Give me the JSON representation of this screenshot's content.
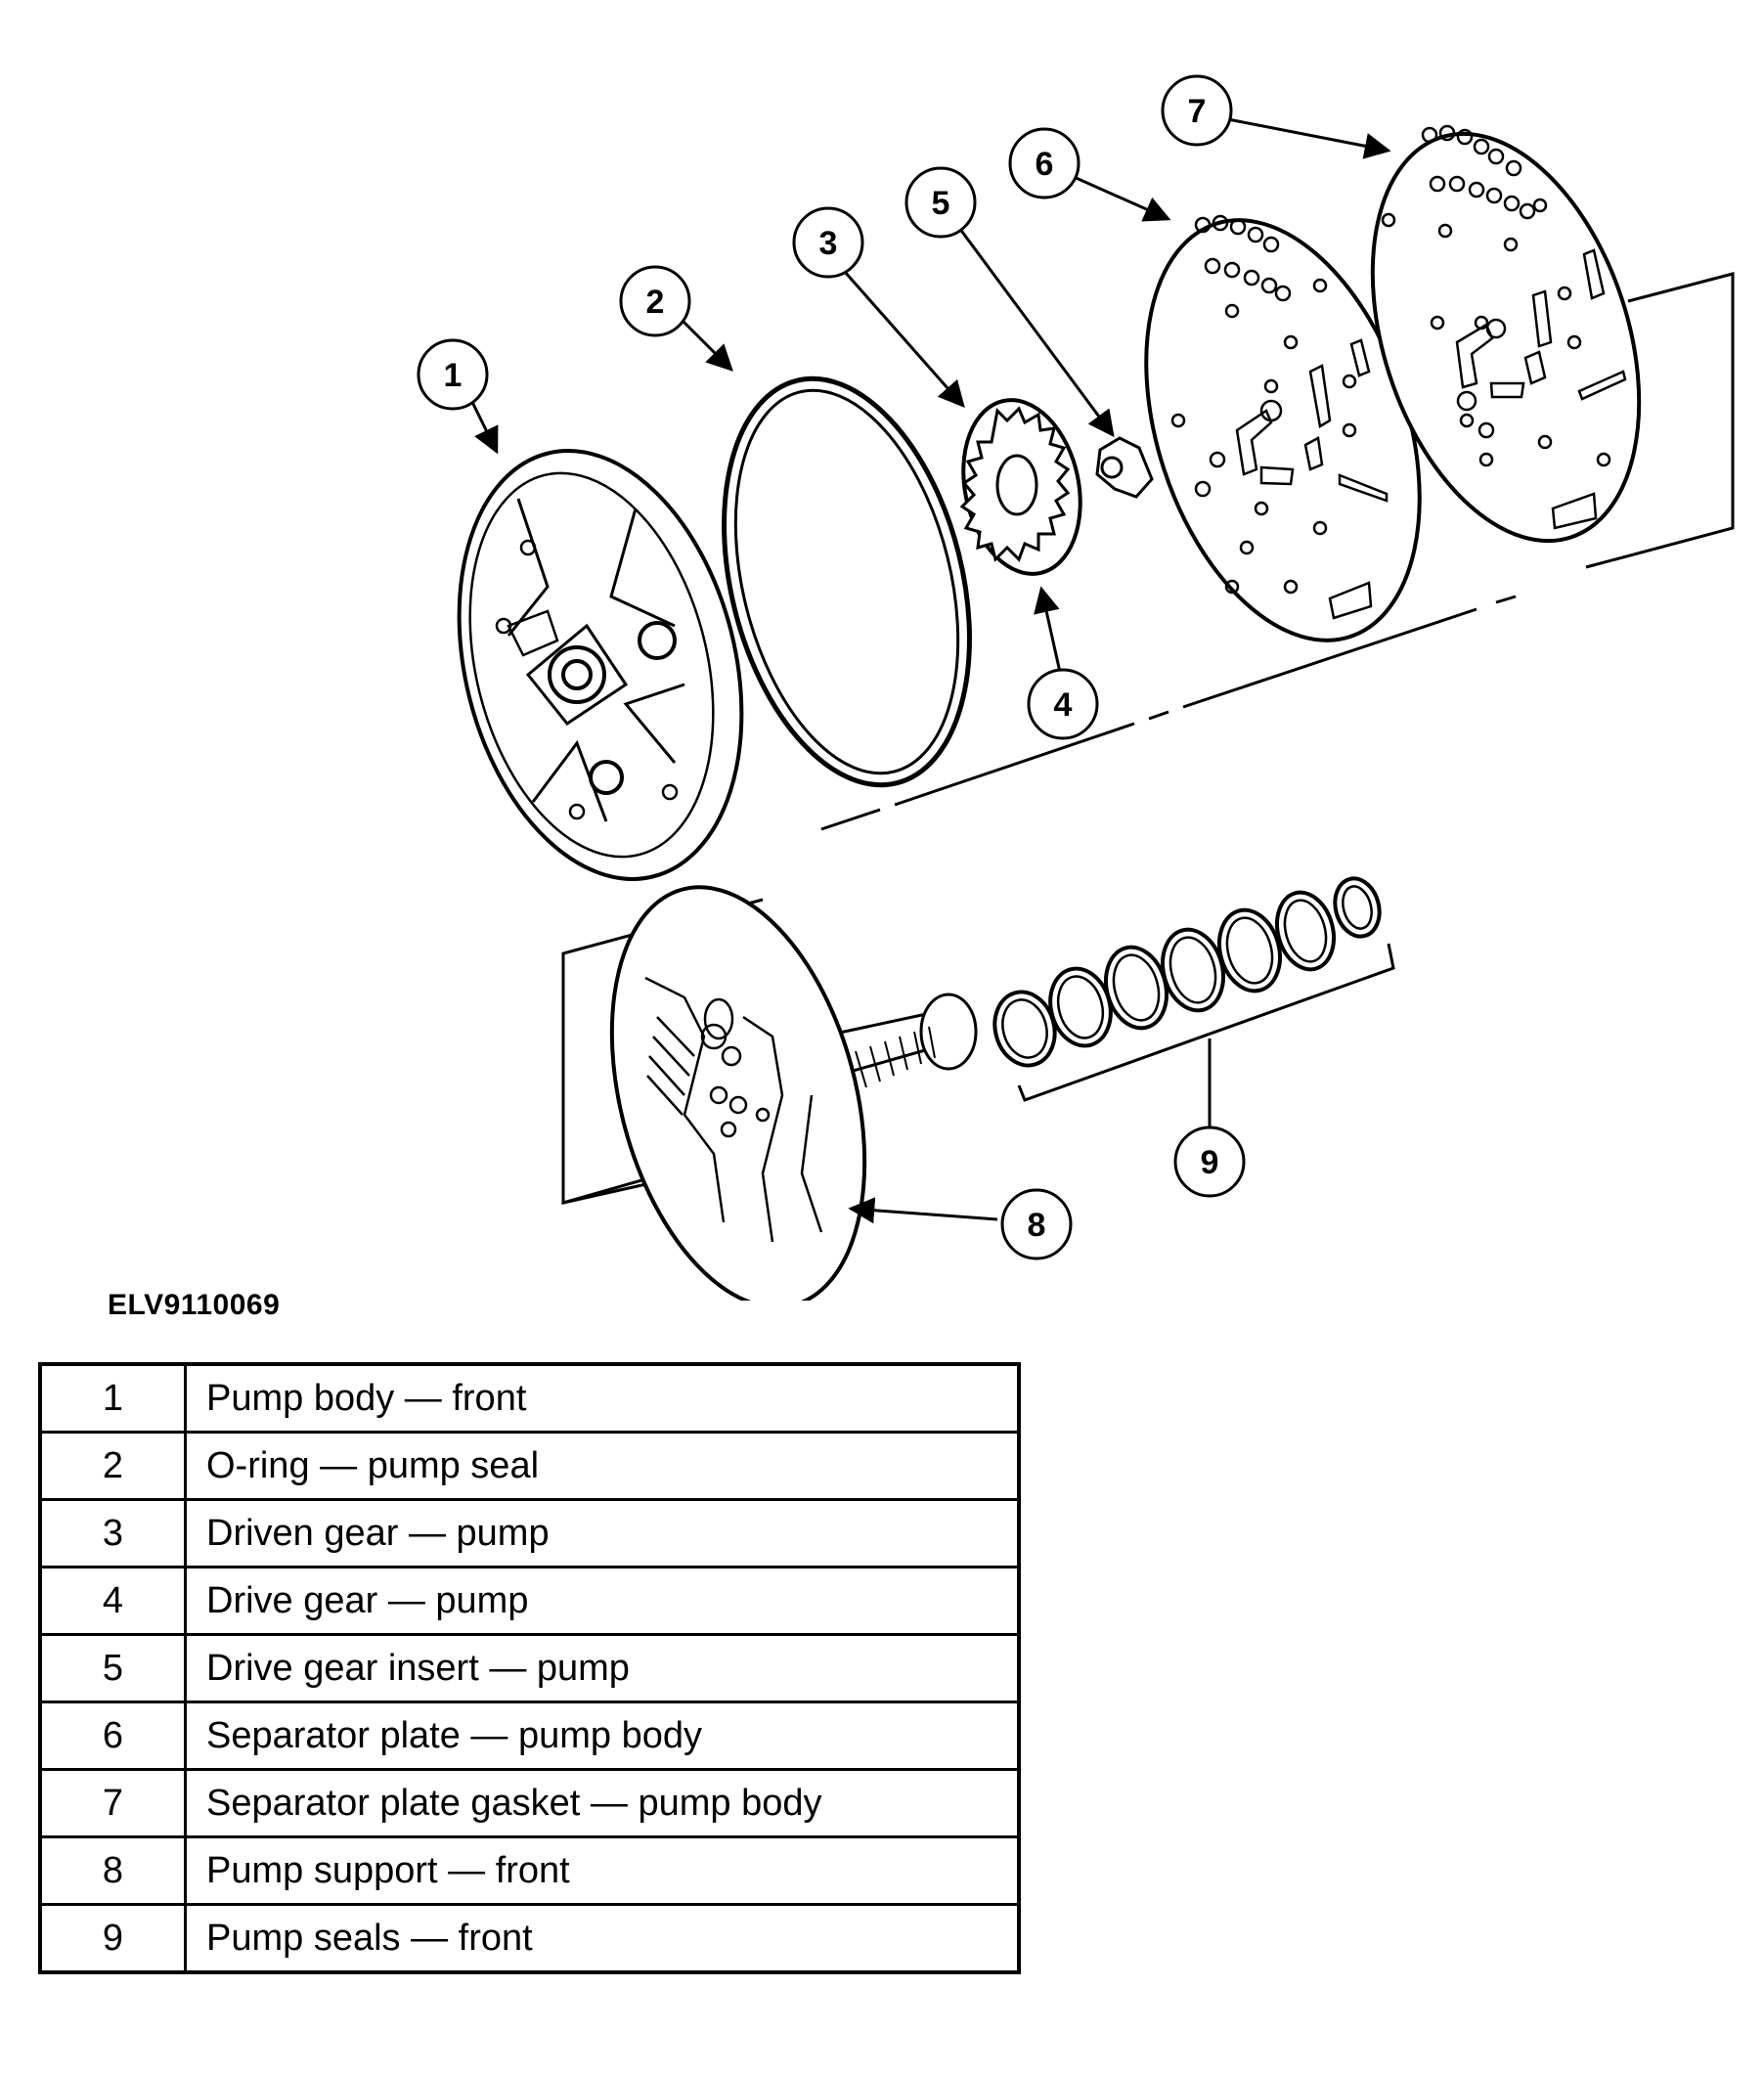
{
  "figure_id": "ELV9110069",
  "callouts": [
    "1",
    "2",
    "3",
    "4",
    "5",
    "6",
    "7",
    "8",
    "9"
  ],
  "legend": [
    {
      "num": "1",
      "desc": "Pump body — front"
    },
    {
      "num": "2",
      "desc": "O-ring — pump seal"
    },
    {
      "num": "3",
      "desc": "Driven gear — pump"
    },
    {
      "num": "4",
      "desc": "Drive gear — pump"
    },
    {
      "num": "5",
      "desc": "Drive gear insert — pump"
    },
    {
      "num": "6",
      "desc": "Separator plate — pump body"
    },
    {
      "num": "7",
      "desc": "Separator plate gasket — pump body"
    },
    {
      "num": "8",
      "desc": "Pump support — front"
    },
    {
      "num": "9",
      "desc": "Pump seals — front"
    }
  ]
}
